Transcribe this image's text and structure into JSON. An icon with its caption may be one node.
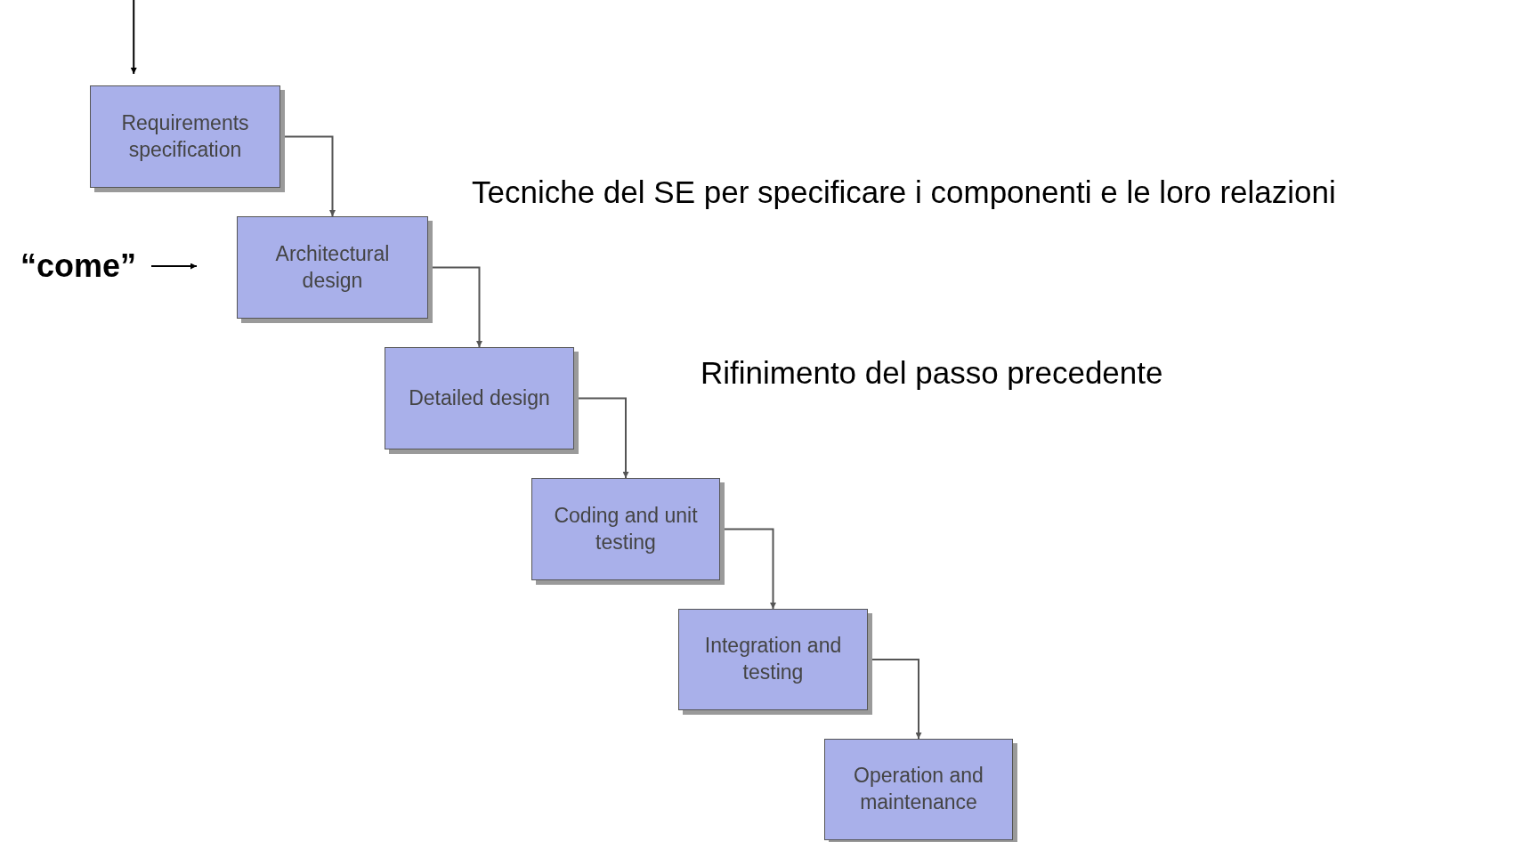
{
  "diagram": {
    "nodes": [
      {
        "text": [
          "Requirements specification"
        ]
      },
      {
        "text": [
          "Architectural design"
        ]
      },
      {
        "text": [
          "Detailed design"
        ]
      },
      {
        "text": [
          "Coding and unit testing"
        ]
      },
      {
        "text": [
          "Integration and testing"
        ]
      },
      {
        "text": [
          "Operation and maintenance"
        ]
      },
      {
        "text": [
          "“come”"
        ]
      }
    ],
    "edges": [
      {
        "from": null,
        "to": 0,
        "arrow": "to"
      },
      {
        "from": 0,
        "to": 1,
        "arrow": "to"
      },
      {
        "from": 1,
        "to": 2,
        "arrow": "to"
      },
      {
        "from": 2,
        "to": 3,
        "arrow": "to"
      },
      {
        "from": 3,
        "to": 4,
        "arrow": "to"
      },
      {
        "from": 4,
        "to": 5,
        "arrow": "to"
      },
      {
        "from": 6,
        "to": 1,
        "arrow": "to"
      }
    ],
    "labels": [
      "Tecniche del SE per specificare i componenti e le loro relazioni",
      "Rifinimento del passo precedente"
    ]
  }
}
